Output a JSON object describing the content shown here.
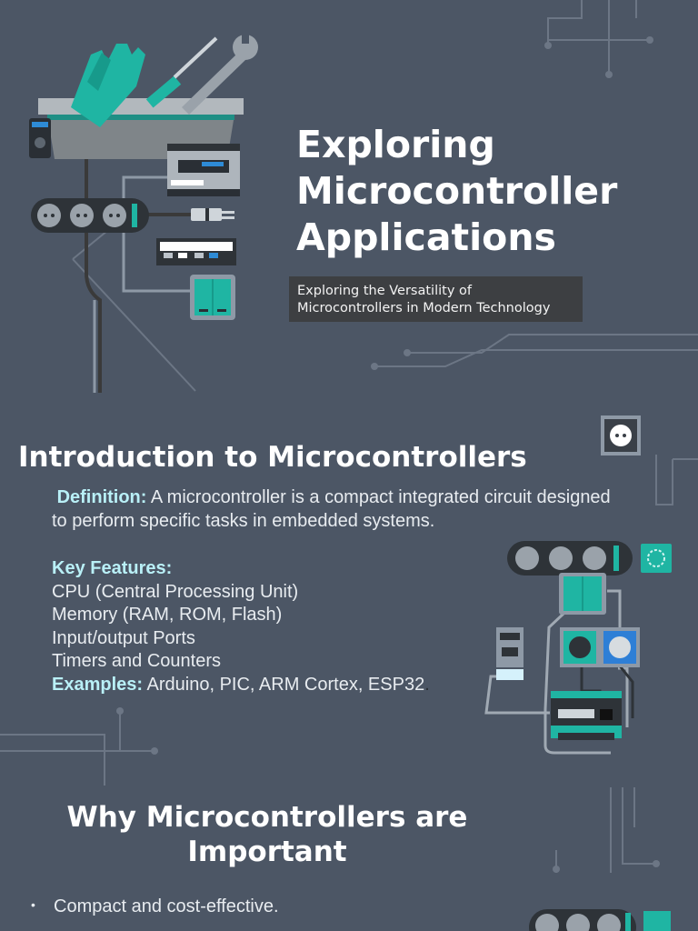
{
  "title": {
    "lines": [
      "Exploring",
      "Microcontroller",
      "Applications"
    ]
  },
  "subtitle": {
    "lines": [
      "Exploring the Versatility of",
      "Microcontrollers in Modern Technology"
    ]
  },
  "intro": {
    "heading": "Introduction to Microcontrollers",
    "definition_label": "Definition:",
    "definition_text": " A microcontroller is a compact integrated circuit designed",
    "definition_text_2": "to perform specific tasks in embedded systems.",
    "features_label": "Key Features:",
    "features": [
      "CPU (Central Processing Unit)",
      "Memory (RAM, ROM, Flash)",
      "Input/output Ports",
      "Timers and Counters"
    ],
    "examples_label": "Examples:",
    "examples_text": " Arduino, PIC, ARM Cortex, ESP32",
    "examples_tail": "."
  },
  "why": {
    "heading_lines": [
      "Why Microcontrollers are",
      "Important"
    ],
    "bullets": [
      "Compact and cost-effective."
    ]
  },
  "colors": {
    "background": "#4c5665",
    "accent_teal": "#1fb5a3",
    "highlight_text": "#b9f0f7",
    "subtitle_box": "#3d3f42"
  },
  "icons": [
    "gloves-icon",
    "screwdriver-icon",
    "wrench-icon",
    "toolbox-icon",
    "multimeter-icon",
    "power-strip-icon",
    "plug-icon",
    "circuit-breaker-icon",
    "light-switch-icon",
    "wall-socket-icon",
    "electrical-panel-icon"
  ]
}
